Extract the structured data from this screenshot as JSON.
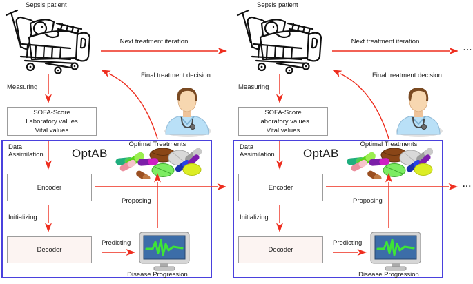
{
  "figure": {
    "description_labels": {
      "sepsis_patient": "Sepsis patient",
      "next_treatment_iteration": "Next treatment iteration",
      "measuring": "Measuring",
      "final_treatment_decision": "Final treatment decision",
      "sofa_line1": "SOFA-Score",
      "sofa_line2": "Laboratory values",
      "sofa_line3": "Vital values",
      "data_assimilation_line1": "Data",
      "data_assimilation_line2": "Assimilation",
      "optab": "OptAB",
      "encoder": "Encoder",
      "initializing": "Initializing",
      "decoder": "Decoder",
      "predicting": "Predicting",
      "proposing": "Proposing",
      "optimal_treatments": "Optimal Treatments",
      "disease_progression": "Disease Progression",
      "ellipsis": "..."
    },
    "colors": {
      "arrow_red": "#ee2e1f",
      "panel_border_blue": "#4a41dd",
      "monitor_screen_blue": "#3c6da8",
      "ecg_green": "#3ee437",
      "decoder_fill": "#fcf4f2"
    },
    "icons": [
      "patient-bed-icon",
      "doctor-icon",
      "pills-icon",
      "monitor-icon"
    ]
  }
}
